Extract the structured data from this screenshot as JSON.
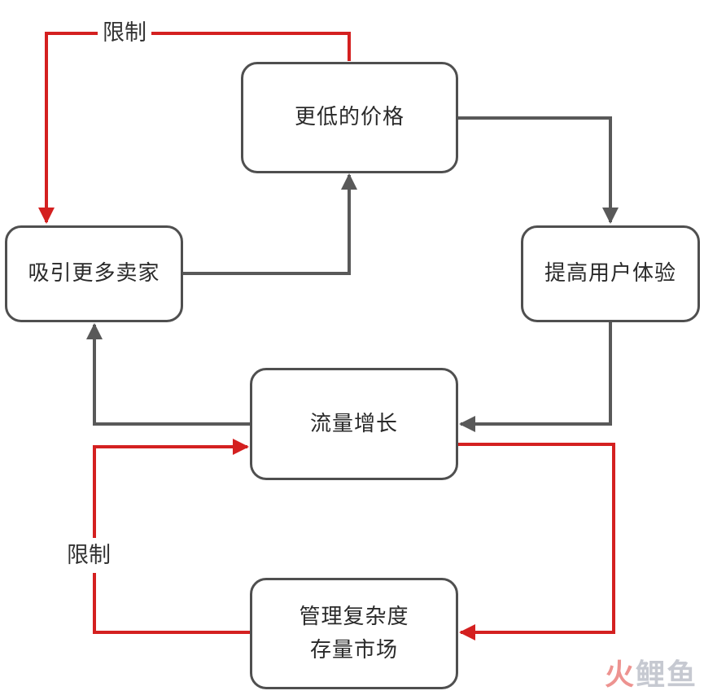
{
  "colors": {
    "flow": "#595959",
    "limit": "#d42020",
    "border": "#4f4f4f"
  },
  "nodes": {
    "lower_price": "更低的价格",
    "better_experience": "提高用户体验",
    "traffic_growth": "流量增长",
    "more_sellers": "吸引更多卖家",
    "complexity": [
      "管理复杂度",
      "存量市场"
    ]
  },
  "labels": {
    "limit_top": "限制",
    "limit_bottom": "限制"
  },
  "watermark": {
    "char_1": "火",
    "char_2": "鲤",
    "char_3": "鱼"
  }
}
